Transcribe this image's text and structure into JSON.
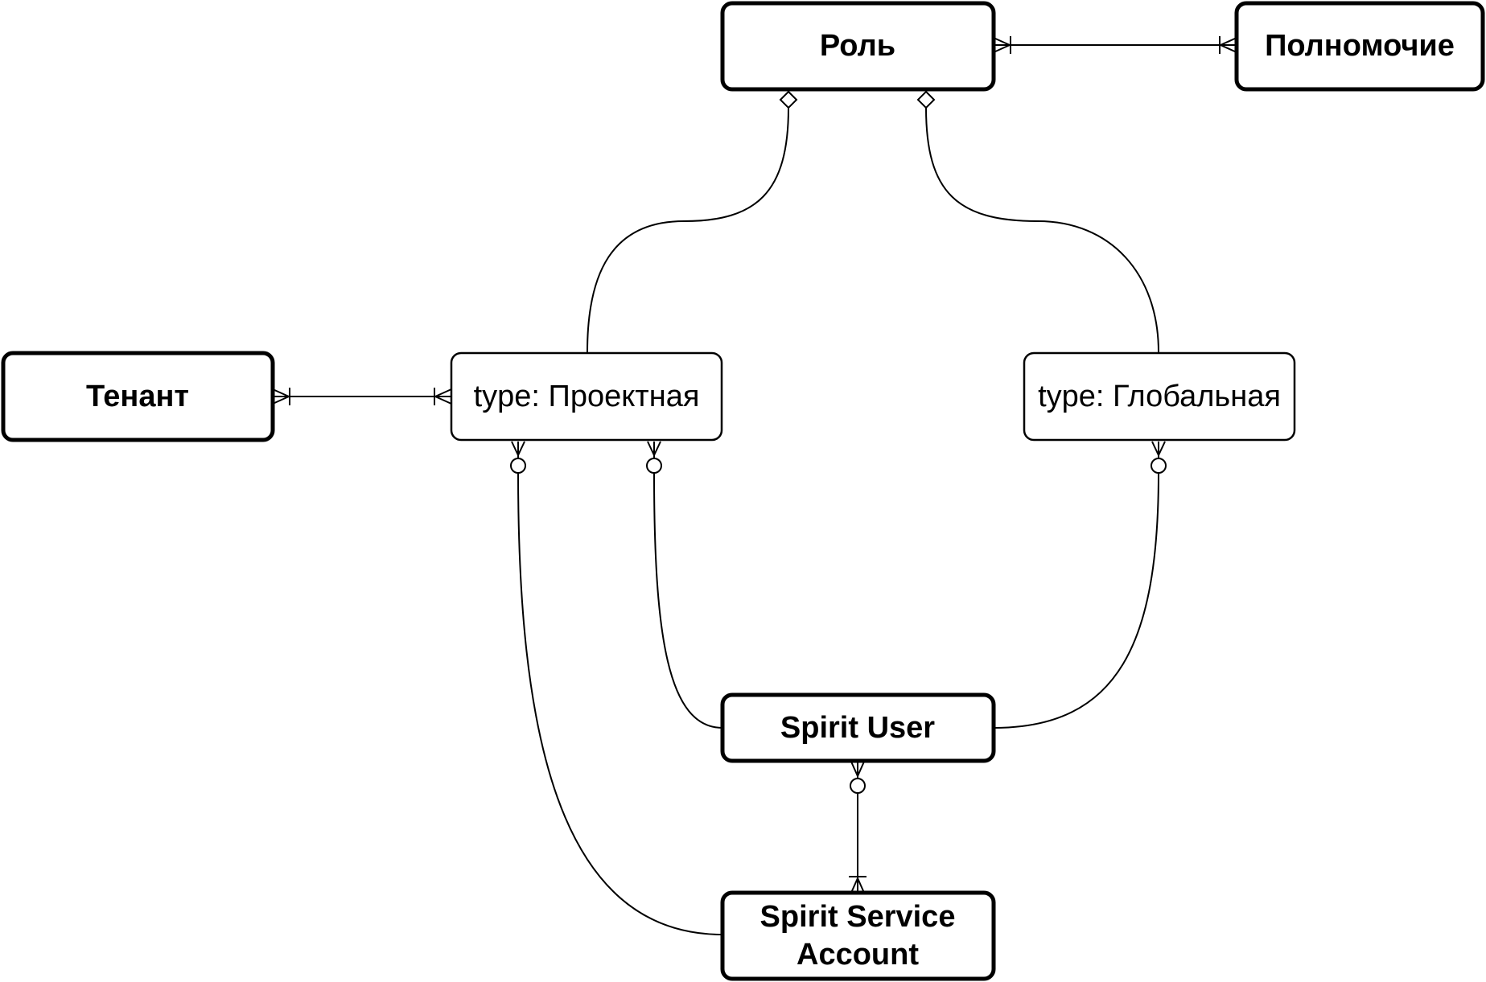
{
  "diagram": {
    "nodes": {
      "role": {
        "label": "Роль",
        "kind": "entity"
      },
      "permission": {
        "label": "Полномочие",
        "kind": "entity"
      },
      "tenant": {
        "label": "Тенант",
        "kind": "entity"
      },
      "project_type": {
        "label": "type: Проектная",
        "kind": "subtype"
      },
      "global_type": {
        "label": "type: Глобальная",
        "kind": "subtype"
      },
      "spirit_user": {
        "label": "Spirit User",
        "kind": "entity"
      },
      "service_account": {
        "label_lines": [
          "Spirit Service",
          "Account"
        ],
        "kind": "entity"
      }
    },
    "relations": [
      {
        "from": "role",
        "to": "permission",
        "from_end": "one-or-many",
        "to_end": "one-or-many"
      },
      {
        "from": "tenant",
        "to": "project_type",
        "from_end": "one-or-many",
        "to_end": "one-or-many"
      },
      {
        "from": "role",
        "to": "project_type",
        "from_end": "aggregation",
        "to_end": "none"
      },
      {
        "from": "role",
        "to": "global_type",
        "from_end": "aggregation",
        "to_end": "none"
      },
      {
        "from": "project_type",
        "to": "spirit_user",
        "from_end": "zero-or-many",
        "to_end": "none"
      },
      {
        "from": "project_type",
        "to": "service_account",
        "from_end": "zero-or-many",
        "to_end": "none"
      },
      {
        "from": "global_type",
        "to": "spirit_user",
        "from_end": "zero-or-many",
        "to_end": "none"
      },
      {
        "from": "spirit_user",
        "to": "service_account",
        "from_end": "zero-or-many",
        "to_end": "one-or-many"
      }
    ]
  }
}
